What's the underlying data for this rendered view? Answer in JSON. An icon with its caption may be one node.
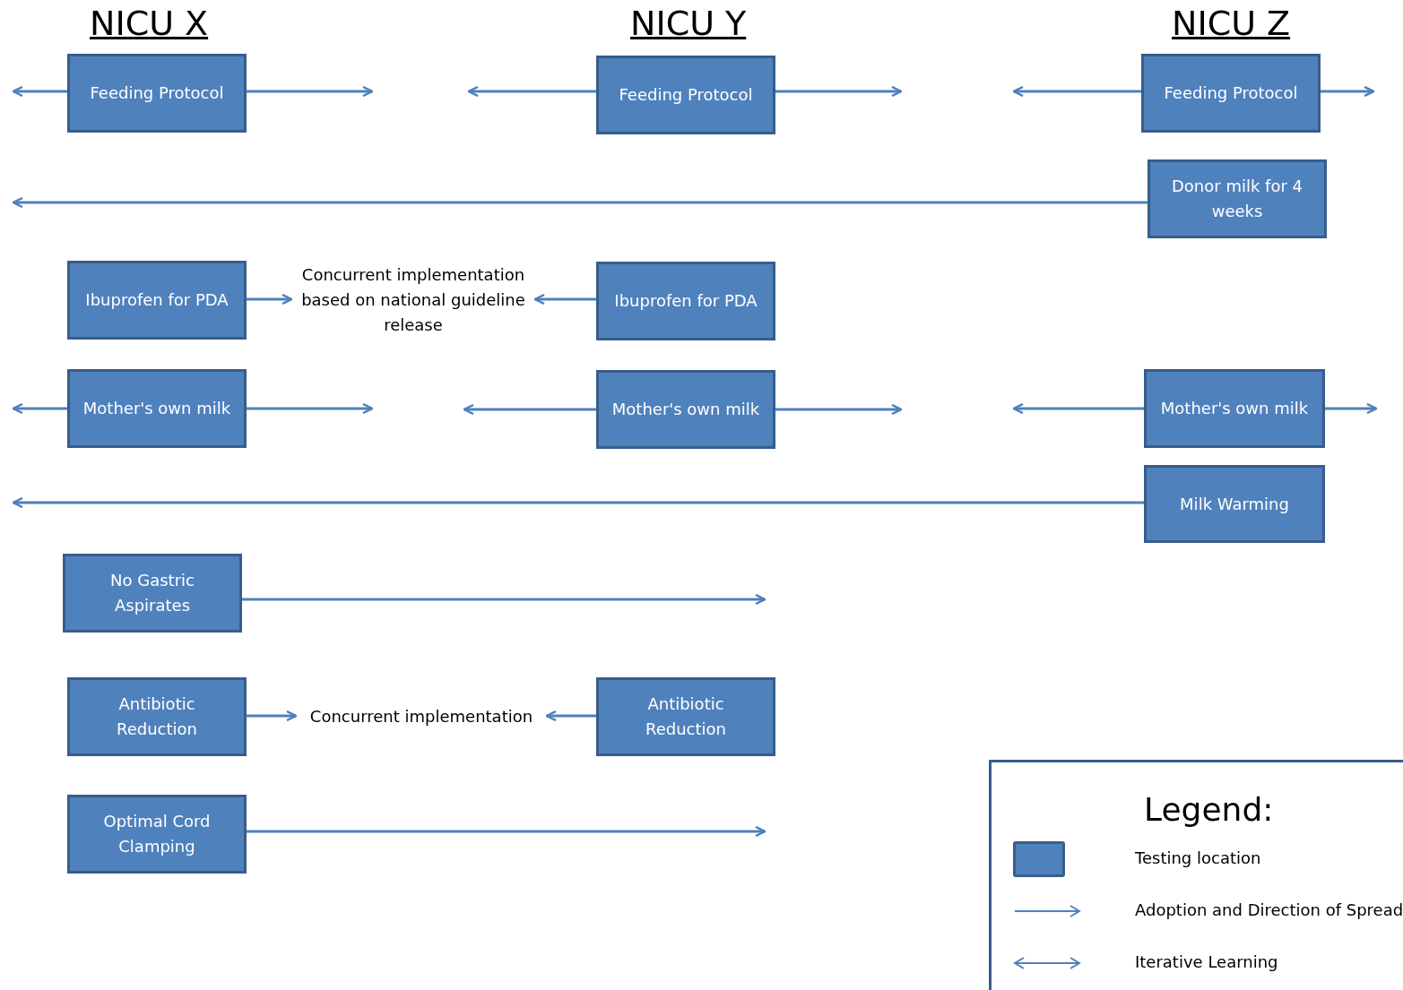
{
  "diagram": {
    "nodes": [
      {
        "text": [
          "Feeding Protocol"
        ]
      },
      {
        "text": [
          "Feeding Protocol"
        ]
      },
      {
        "text": [
          "Feeding Protocol"
        ]
      },
      {
        "text": [
          "Donor milk for 4 weeks"
        ]
      },
      {
        "text": [
          "Ibuprofen for PDA"
        ]
      },
      {
        "text": [
          "Concurrent implementation based on national guideline release"
        ]
      },
      {
        "text": [
          "Ibuprofen for PDA"
        ]
      },
      {
        "text": [
          "Mother's own milk"
        ]
      },
      {
        "text": [
          "Mother's own milk"
        ]
      },
      {
        "text": [
          "Mother's own milk"
        ]
      },
      {
        "text": [
          "Milk Warming"
        ]
      },
      {
        "text": [
          "No Gastric Aspirates"
        ]
      },
      {
        "text": [
          "Antibiotic Reduction"
        ]
      },
      {
        "text": [
          "Concurrent implementation"
        ]
      },
      {
        "text": [
          "Antibiotic Reduction"
        ]
      },
      {
        "text": [
          "Optimal Cord Clamping"
        ]
      }
    ],
    "edges": [
      {
        "from": 0,
        "to": null,
        "arrow": "to"
      },
      {
        "from": 0,
        "to": null,
        "arrow": "to"
      },
      {
        "from": 1,
        "to": null,
        "arrow": "to"
      },
      {
        "from": 1,
        "to": null,
        "arrow": "to"
      },
      {
        "from": 2,
        "to": null,
        "arrow": "to"
      },
      {
        "from": 2,
        "to": null,
        "arrow": "to"
      },
      {
        "from": 3,
        "to": null,
        "arrow": "to"
      },
      {
        "from": 4,
        "to": 5,
        "arrow": "to"
      },
      {
        "from": 6,
        "to": 5,
        "arrow": "to"
      },
      {
        "from": 7,
        "to": null,
        "arrow": "to"
      },
      {
        "from": 7,
        "to": null,
        "arrow": "to"
      },
      {
        "from": 8,
        "to": null,
        "arrow": "to"
      },
      {
        "from": 8,
        "to": null,
        "arrow": "to"
      },
      {
        "from": 9,
        "to": null,
        "arrow": "to"
      },
      {
        "from": 9,
        "to": null,
        "arrow": "to"
      },
      {
        "from": 10,
        "to": null,
        "arrow": "to"
      },
      {
        "from": 11,
        "to": null,
        "arrow": "to"
      },
      {
        "from": 12,
        "to": 13,
        "arrow": "to"
      },
      {
        "from": 14,
        "to": 13,
        "arrow": "to"
      },
      {
        "from": 15,
        "to": null,
        "arrow": "to"
      }
    ],
    "labels": [
      "NICU X",
      "NICU Y",
      "NICU Z",
      "Legend:"
    ],
    "legend": [
      {
        "text": "Testing location",
        "color": "#4f81bd"
      },
      {
        "text": "Adoption and Direction of Spread"
      },
      {
        "text": "Iterative Learning"
      }
    ]
  }
}
